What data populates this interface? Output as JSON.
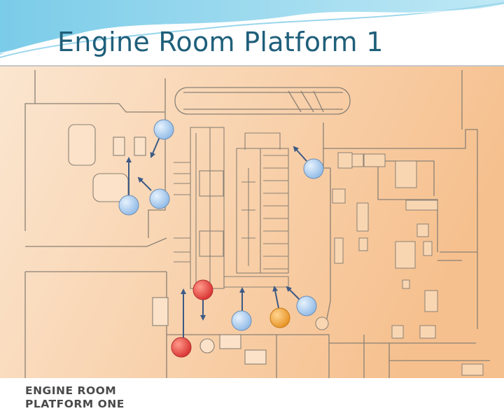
{
  "slide": {
    "title": "Engine Room Platform 1"
  },
  "plan": {
    "label_line1": "ENGINE ROOM",
    "label_line2": "PLATFORM ONE"
  },
  "colors": {
    "background_light": "#fbe6d0",
    "background_warm": "#f6c08e",
    "line": "#8a8175",
    "title": "#1f5f7a",
    "marker_blue": "#a7ccef",
    "marker_red": "#e94a4a",
    "marker_orange": "#f3a83a",
    "arrow": "#3d5a85"
  },
  "markers": [
    {
      "id": "m1",
      "color": "blue"
    },
    {
      "id": "m2",
      "color": "blue"
    },
    {
      "id": "m3",
      "color": "blue"
    },
    {
      "id": "m4",
      "color": "blue"
    },
    {
      "id": "m5",
      "color": "red"
    },
    {
      "id": "m6",
      "color": "red"
    },
    {
      "id": "m7",
      "color": "blue"
    },
    {
      "id": "m8",
      "color": "orange"
    },
    {
      "id": "m9",
      "color": "blue"
    }
  ]
}
